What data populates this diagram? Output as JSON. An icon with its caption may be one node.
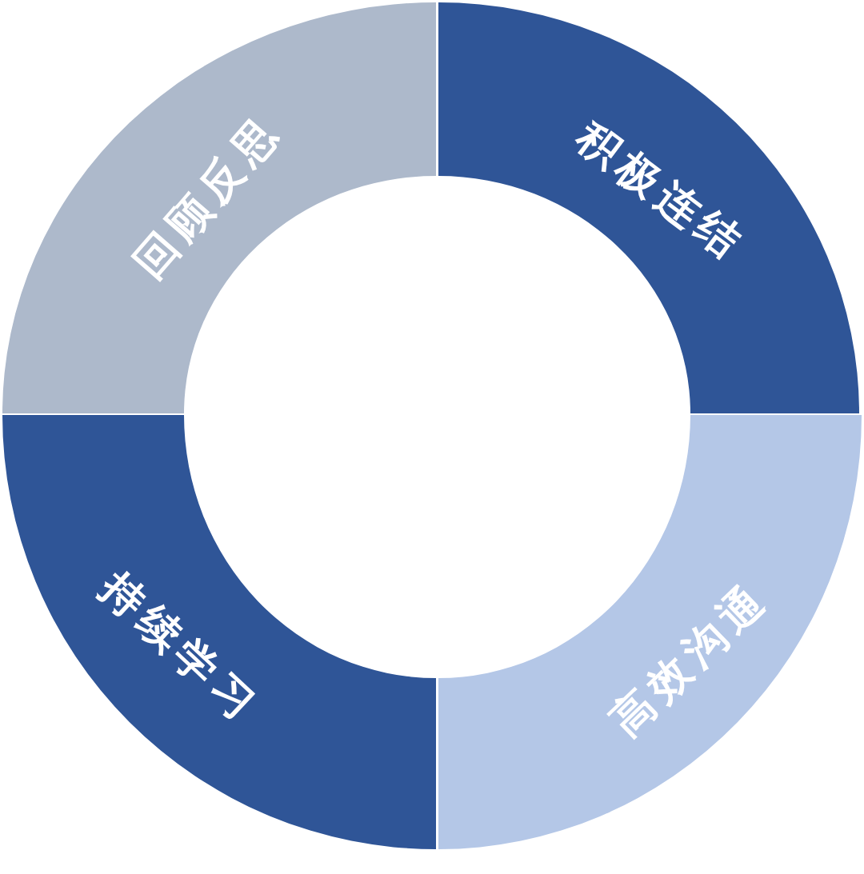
{
  "diagram": {
    "nodes": [
      {
        "text": [
          "回顾反思"
        ]
      },
      {
        "text": [
          "积极连结"
        ]
      },
      {
        "text": [
          "持续学习"
        ]
      },
      {
        "text": [
          "高效沟通"
        ]
      }
    ]
  }
}
